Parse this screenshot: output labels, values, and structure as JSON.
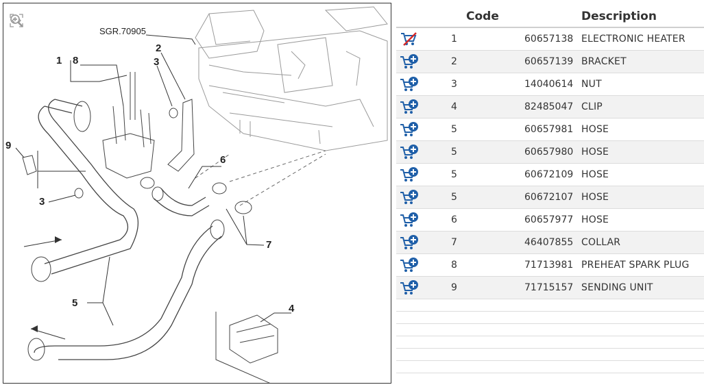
{
  "diagram": {
    "reference": "SGR.70905",
    "callouts": [
      "1",
      "8",
      "2",
      "3",
      "9",
      "3",
      "6",
      "7",
      "5",
      "4"
    ]
  },
  "tools": [
    "fit-to-window-icon",
    "zoom-in-icon",
    "zoom-out-icon"
  ],
  "table": {
    "headers": {
      "code": "Code",
      "description": "Description"
    },
    "rows": [
      {
        "pos": "1",
        "code": "60657138",
        "desc": "ELECTRONIC HEATER",
        "cart": "cart-unavailable"
      },
      {
        "pos": "2",
        "code": "60657139",
        "desc": "BRACKET",
        "cart": "cart-add"
      },
      {
        "pos": "3",
        "code": "14040614",
        "desc": "NUT",
        "cart": "cart-add"
      },
      {
        "pos": "4",
        "code": "82485047",
        "desc": "CLIP",
        "cart": "cart-add"
      },
      {
        "pos": "5",
        "code": "60657981",
        "desc": "HOSE",
        "cart": "cart-add"
      },
      {
        "pos": "5",
        "code": "60657980",
        "desc": "HOSE",
        "cart": "cart-add"
      },
      {
        "pos": "5",
        "code": "60672109",
        "desc": "HOSE",
        "cart": "cart-add"
      },
      {
        "pos": "5",
        "code": "60672107",
        "desc": "HOSE",
        "cart": "cart-add"
      },
      {
        "pos": "6",
        "code": "60657977",
        "desc": "HOSE",
        "cart": "cart-add"
      },
      {
        "pos": "7",
        "code": "46407855",
        "desc": "COLLAR",
        "cart": "cart-add"
      },
      {
        "pos": "8",
        "code": "71713981",
        "desc": "PREHEAT SPARK PLUG",
        "cart": "cart-add"
      },
      {
        "pos": "9",
        "code": "71715157",
        "desc": "SENDING UNIT",
        "cart": "cart-add"
      }
    ]
  },
  "colors": {
    "cart_blue": "#1f5fa8",
    "cart_red": "#d42a2a",
    "alt_row": "#f2f2f2"
  }
}
